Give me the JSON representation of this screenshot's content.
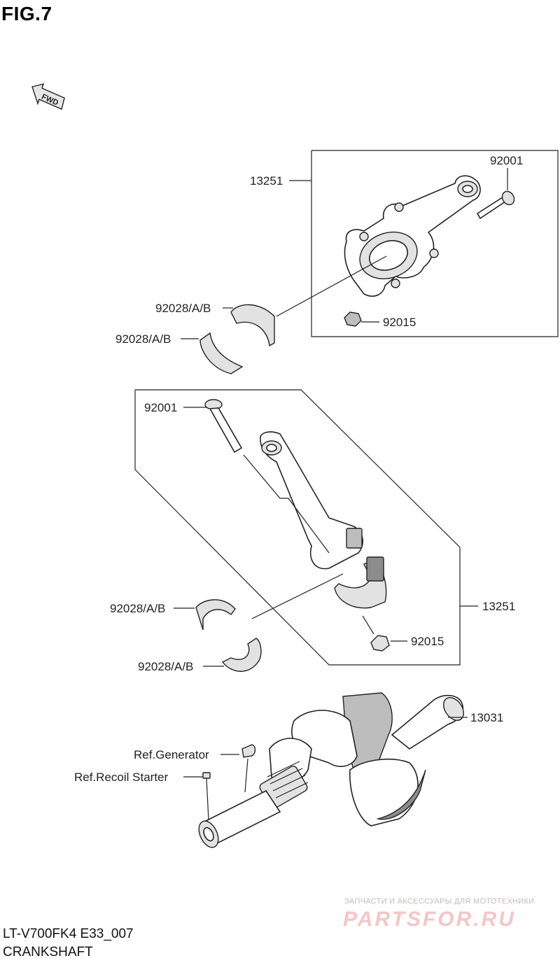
{
  "figure": {
    "title": "FIG.7",
    "fwd_label": "FWD"
  },
  "callouts": {
    "upper_rod_assy": "13251",
    "upper_bolt": "92001",
    "upper_nut": "92015",
    "upper_bearing_a": "92028/A/B",
    "upper_bearing_b": "92028/A/B",
    "lower_bolt": "92001",
    "lower_rod_assy": "13251",
    "lower_nut": "92015",
    "lower_bearing_a": "92028/A/B",
    "lower_bearing_b": "92028/A/B",
    "crankshaft": "13031",
    "ref_generator": "Ref.Generator",
    "ref_recoil_starter": "Ref.Recoil Starter"
  },
  "footer": {
    "model_code": "LT-V700FK4 E33_007",
    "section_name": "CRANKSHAFT"
  },
  "watermark": {
    "tagline": "ЗАПЧАСТИ И АКСЕССУАРЫ ДЛЯ МОТОТЕХНИКИ",
    "brand": "PARTSFOR.RU"
  }
}
